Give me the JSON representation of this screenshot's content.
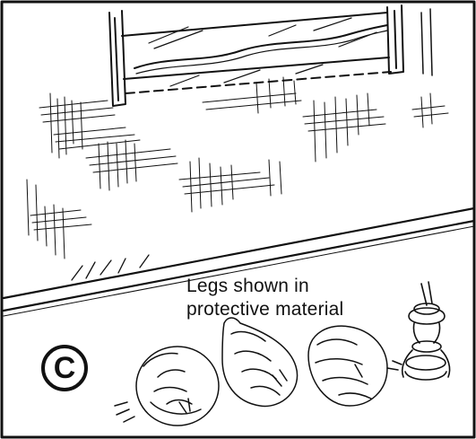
{
  "illustration": {
    "panel_letter": "C",
    "caption_line_1": "Legs shown in",
    "caption_line_2": "protective material",
    "ink_color": "#111111",
    "paper_color": "#ffffff"
  }
}
